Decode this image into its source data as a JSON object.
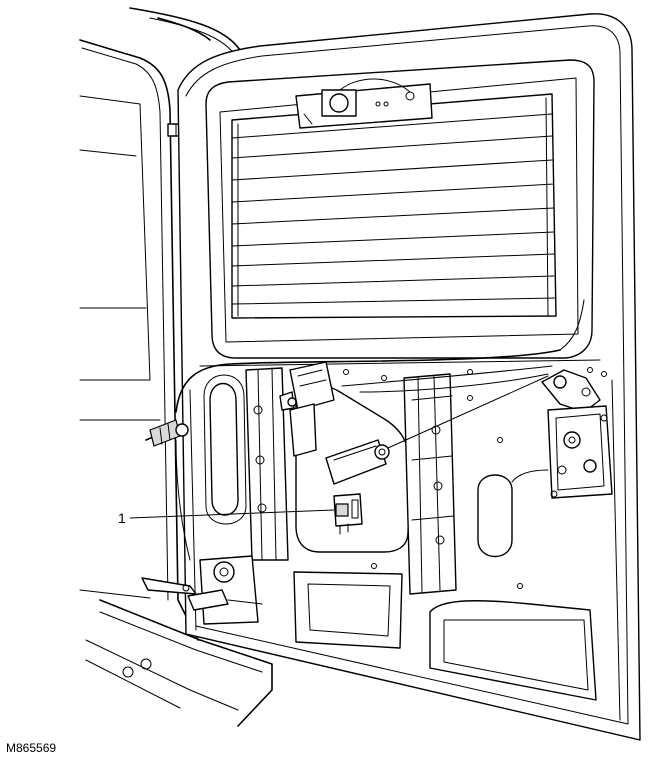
{
  "figure": {
    "ref_code": "M865569",
    "callouts": [
      {
        "label": "1",
        "part": "component-1"
      }
    ]
  }
}
